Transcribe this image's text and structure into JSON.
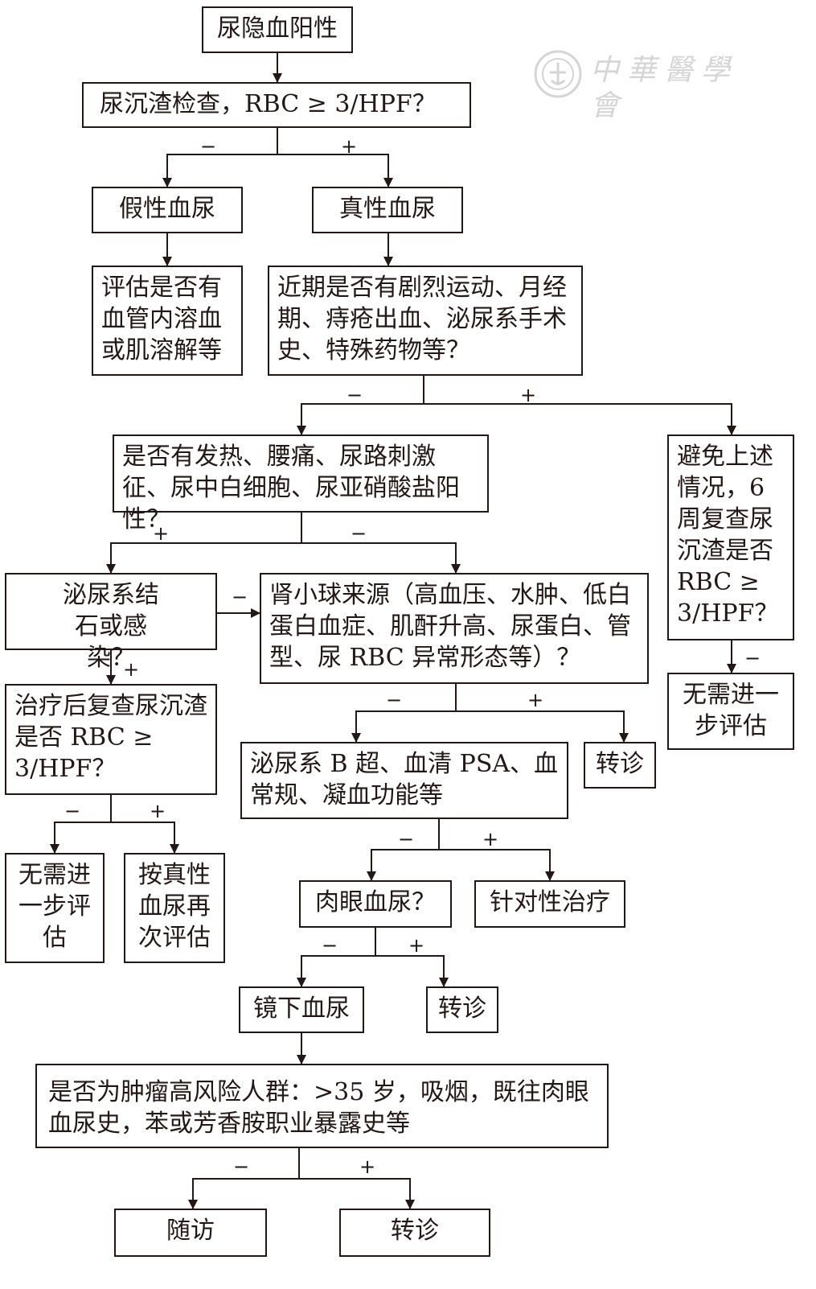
{
  "watermark": {
    "text": "中華醫學會"
  },
  "nodes": {
    "start": "尿隐血阳性",
    "sediment": "尿沉渣检查，RBC ≥ 3/HPF？",
    "false_hematuria": "假性血尿",
    "true_hematuria": "真性血尿",
    "assess_hemolysis": "评估是否有血管内溶血或肌溶解等",
    "recent_history": "近期是否有剧烈运动、月经期、痔疮出血、泌尿系手术史、特殊药物等？",
    "infection_signs": "是否有发热、腰痛、尿路刺激征、尿中白细胞、尿亚硝酸盐阳性？",
    "avoid_recheck": "避免上述情况，6周复查尿沉渣是否RBC ≥ 3/HPF？",
    "stone_infection": "泌尿系结石或感染？",
    "glomerular": "肾小球来源（高血压、水肿、低白蛋白血症、肌酐升高、尿蛋白、管型、尿 RBC 异常形态等）？",
    "no_further_right": "无需进一步评估",
    "post_treatment": "治疗后复查尿沉渣是否 RBC ≥ 3/HPF？",
    "ultrasound": "泌尿系 B 超、血清 PSA、血常规、凝血功能等",
    "referral_glom": "转诊",
    "no_further_left": "无需进一步评估",
    "reassess": "按真性血尿再次评估",
    "gross_hematuria": "肉眼血尿？",
    "targeted_treatment": "针对性治疗",
    "microscopic": "镜下血尿",
    "referral_gross": "转诊",
    "tumor_risk": "是否为肿瘤高风险人群：>35 岁，吸烟，既往肉眼血尿史，苯或芳香胺职业暴露史等",
    "follow_up": "随访",
    "referral_final": "转诊"
  },
  "signs": {
    "neg": "−",
    "pos": "+"
  }
}
